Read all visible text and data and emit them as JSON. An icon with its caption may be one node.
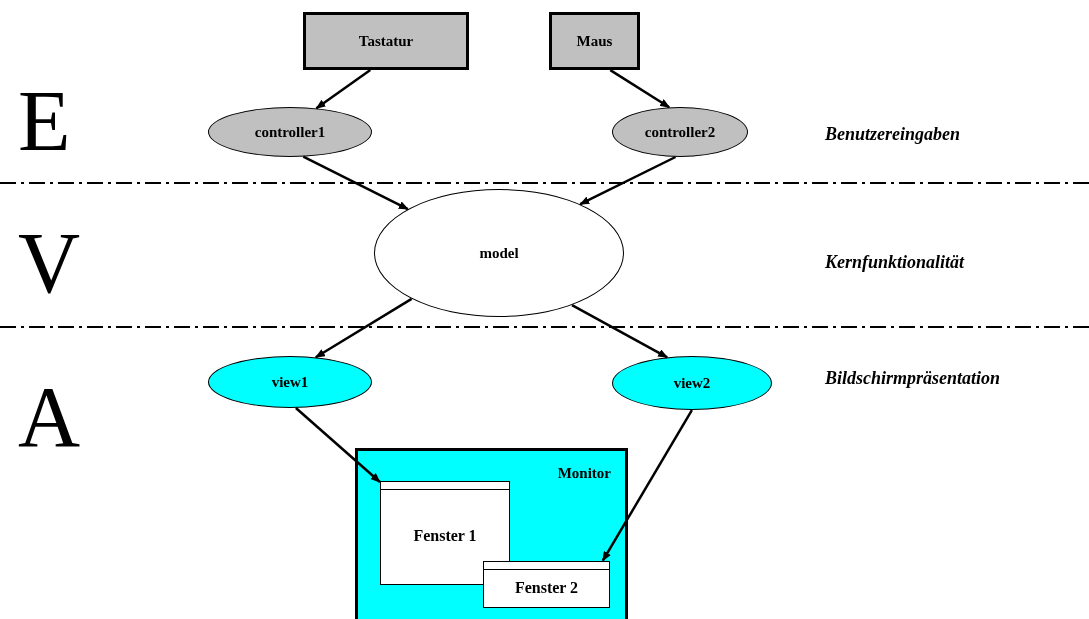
{
  "diagram": {
    "nodes": [
      {
        "text": [
          "Tastatur"
        ]
      },
      {
        "text": [
          "Maus"
        ]
      },
      {
        "text": [
          "controller1"
        ]
      },
      {
        "text": [
          "controller2"
        ]
      },
      {
        "text": [
          "model"
        ]
      },
      {
        "text": [
          "view1"
        ]
      },
      {
        "text": [
          "view2"
        ]
      },
      {
        "text": [
          "Monitor"
        ]
      },
      {
        "text": [
          "Fenster 1"
        ],
        "in": 7
      },
      {
        "text": [
          "Fenster 2"
        ],
        "in": 7
      }
    ],
    "edges": [
      {
        "from": 0,
        "to": 2,
        "arrow": "to"
      },
      {
        "from": 1,
        "to": 3,
        "arrow": "to"
      },
      {
        "from": 2,
        "to": 4,
        "arrow": "to"
      },
      {
        "from": 3,
        "to": 4,
        "arrow": "to"
      },
      {
        "from": 4,
        "to": 5,
        "arrow": "to"
      },
      {
        "from": 4,
        "to": 6,
        "arrow": "to"
      },
      {
        "from": 5,
        "to": 8,
        "arrow": "to"
      },
      {
        "from": 6,
        "to": 9,
        "arrow": "to"
      }
    ],
    "labels": [
      "E",
      "Benutzereingaben",
      "V",
      "Kernfunktionalität",
      "A",
      "Bildschirmpräsentation"
    ]
  }
}
